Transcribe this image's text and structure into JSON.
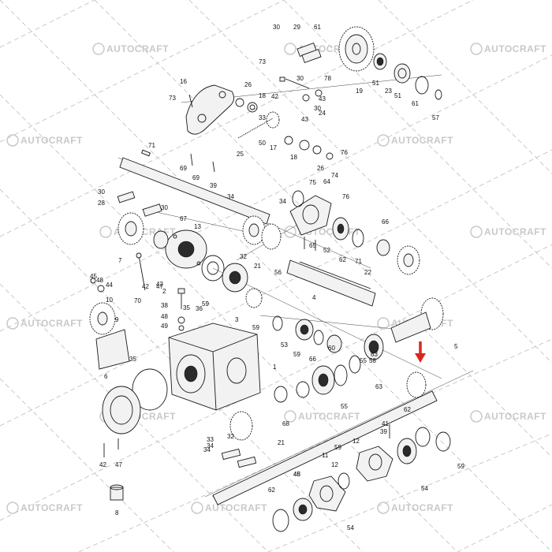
{
  "watermark": {
    "brand": "AUTOCRAFT"
  },
  "accent_color": "#d7281e",
  "parts": [
    {
      "label": "30"
    },
    {
      "label": "29"
    },
    {
      "label": "61"
    },
    {
      "label": "73"
    },
    {
      "label": "30"
    },
    {
      "label": "78"
    },
    {
      "label": "19"
    },
    {
      "label": "51"
    },
    {
      "label": "23"
    },
    {
      "label": "51"
    },
    {
      "label": "61"
    },
    {
      "label": "57"
    },
    {
      "label": "16"
    },
    {
      "label": "73"
    },
    {
      "label": "26"
    },
    {
      "label": "18"
    },
    {
      "label": "42"
    },
    {
      "label": "30"
    },
    {
      "label": "33"
    },
    {
      "label": "24"
    },
    {
      "label": "43"
    },
    {
      "label": "43"
    },
    {
      "label": "50"
    },
    {
      "label": "17"
    },
    {
      "label": "71"
    },
    {
      "label": "25"
    },
    {
      "label": "69"
    },
    {
      "label": "69"
    },
    {
      "label": "18"
    },
    {
      "label": "26"
    },
    {
      "label": "76"
    },
    {
      "label": "74"
    },
    {
      "label": "64"
    },
    {
      "label": "39"
    },
    {
      "label": "34"
    },
    {
      "label": "75"
    },
    {
      "label": "76"
    },
    {
      "label": "30"
    },
    {
      "label": "28"
    },
    {
      "label": "30"
    },
    {
      "label": "67"
    },
    {
      "label": "13"
    },
    {
      "label": "34"
    },
    {
      "label": "66"
    },
    {
      "label": "7"
    },
    {
      "label": "42"
    },
    {
      "label": "65"
    },
    {
      "label": "52"
    },
    {
      "label": "62"
    },
    {
      "label": "22"
    },
    {
      "label": "32"
    },
    {
      "label": "21"
    },
    {
      "label": "56"
    },
    {
      "label": "71"
    },
    {
      "label": "45"
    },
    {
      "label": "48"
    },
    {
      "label": "44"
    },
    {
      "label": "47"
    },
    {
      "label": "70"
    },
    {
      "label": "42"
    },
    {
      "label": "2"
    },
    {
      "label": "10"
    },
    {
      "label": "38"
    },
    {
      "label": "35"
    },
    {
      "label": "59"
    },
    {
      "label": "4"
    },
    {
      "label": "9"
    },
    {
      "label": "48"
    },
    {
      "label": "49"
    },
    {
      "label": "36"
    },
    {
      "label": "3"
    },
    {
      "label": "59"
    },
    {
      "label": "53"
    },
    {
      "label": "59"
    },
    {
      "label": "60"
    },
    {
      "label": "55"
    },
    {
      "label": "5"
    },
    {
      "label": "35"
    },
    {
      "label": "1"
    },
    {
      "label": "66"
    },
    {
      "label": "63"
    },
    {
      "label": "58"
    },
    {
      "label": "6"
    },
    {
      "label": "55"
    },
    {
      "label": "63"
    },
    {
      "label": "68"
    },
    {
      "label": "62"
    },
    {
      "label": "41"
    },
    {
      "label": "39"
    },
    {
      "label": "32"
    },
    {
      "label": "34"
    },
    {
      "label": "21"
    },
    {
      "label": "12"
    },
    {
      "label": "34"
    },
    {
      "label": "33"
    },
    {
      "label": "11"
    },
    {
      "label": "59"
    },
    {
      "label": "42"
    },
    {
      "label": "47"
    },
    {
      "label": "45"
    },
    {
      "label": "12"
    },
    {
      "label": "54"
    },
    {
      "label": "59"
    },
    {
      "label": "62"
    },
    {
      "label": "48"
    },
    {
      "label": "8"
    },
    {
      "label": "54"
    }
  ]
}
